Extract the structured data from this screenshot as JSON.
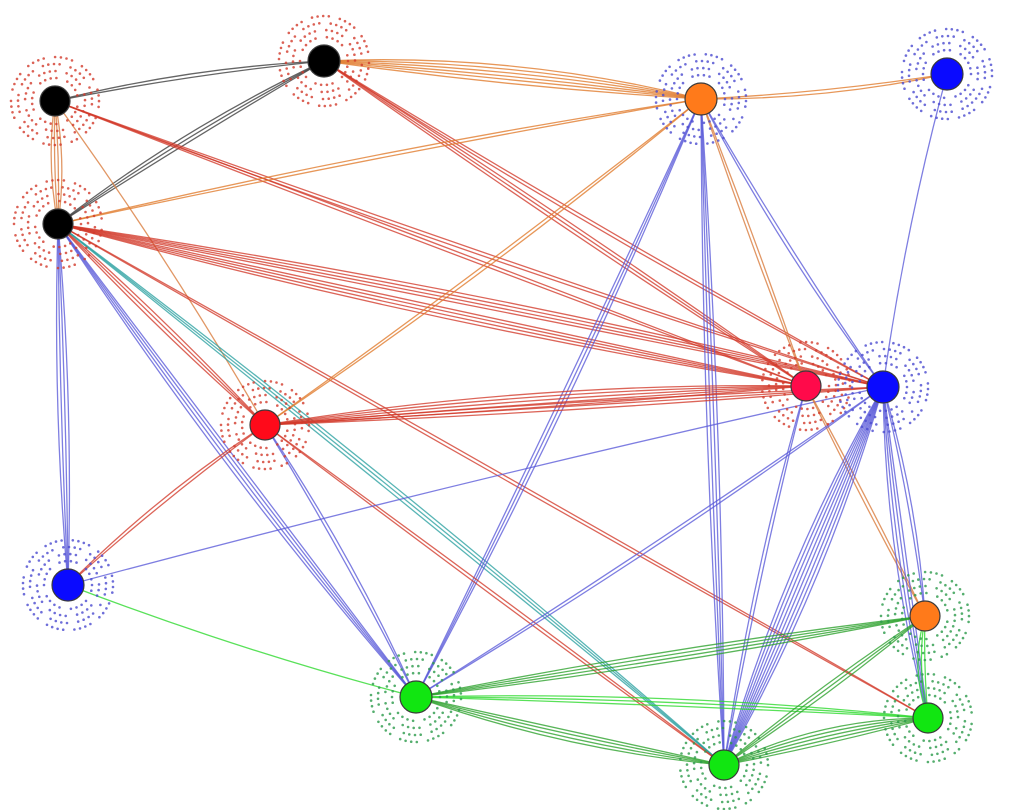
{
  "graph": {
    "nodes": [
      {
        "id": "n1",
        "color": "#000000",
        "halo": "#d23a2a"
      },
      {
        "id": "n2",
        "color": "#000000",
        "halo": "#d23a2a"
      },
      {
        "id": "n3",
        "color": "#000000",
        "halo": "#d23a2a"
      },
      {
        "id": "n4",
        "color": "#ff7a1a",
        "halo": "#4a4ad0"
      },
      {
        "id": "n5",
        "color": "#0a0aff",
        "halo": "#4a4ad0"
      },
      {
        "id": "n6",
        "color": "#ff0a1a",
        "halo": "#d23a2a"
      },
      {
        "id": "n7",
        "color": "#ff0a4a",
        "halo": "#d23a2a"
      },
      {
        "id": "n8",
        "color": "#0a0aff",
        "halo": "#4a4ad0"
      },
      {
        "id": "n9",
        "color": "#0a0aff",
        "halo": "#4a4ad0"
      },
      {
        "id": "n10",
        "color": "#11e611",
        "halo": "#2a9a4a"
      },
      {
        "id": "n11",
        "color": "#ff7a1a",
        "halo": "#2a9a4a"
      },
      {
        "id": "n12",
        "color": "#11e611",
        "halo": "#2a9a4a"
      },
      {
        "id": "n13",
        "color": "#11e611",
        "halo": "#2a9a4a"
      }
    ],
    "edges": [
      {
        "from": "n1",
        "to": "n2",
        "color": "#3a3a3a",
        "count": 2
      },
      {
        "from": "n1",
        "to": "n3",
        "color": "#d87a3a",
        "count": 4
      },
      {
        "from": "n2",
        "to": "n3",
        "color": "#3a3a3a",
        "count": 3
      },
      {
        "from": "n1",
        "to": "n6",
        "color": "#d87a3a",
        "count": 1
      },
      {
        "from": "n1",
        "to": "n7",
        "color": "#d23a2a",
        "count": 2
      },
      {
        "from": "n1",
        "to": "n8",
        "color": "#d23a2a",
        "count": 2
      },
      {
        "from": "n2",
        "to": "n4",
        "color": "#e07a2a",
        "count": 6
      },
      {
        "from": "n2",
        "to": "n7",
        "color": "#d23a2a",
        "count": 3
      },
      {
        "from": "n2",
        "to": "n8",
        "color": "#d23a2a",
        "count": 2
      },
      {
        "from": "n3",
        "to": "n4",
        "color": "#e07a2a",
        "count": 2
      },
      {
        "from": "n3",
        "to": "n6",
        "color": "#d23a2a",
        "count": 3
      },
      {
        "from": "n3",
        "to": "n7",
        "color": "#d23a2a",
        "count": 4
      },
      {
        "from": "n3",
        "to": "n8",
        "color": "#d23a2a",
        "count": 4
      },
      {
        "from": "n3",
        "to": "n9",
        "color": "#5a5ad8",
        "count": 4
      },
      {
        "from": "n3",
        "to": "n10",
        "color": "#5a5ad8",
        "count": 4
      },
      {
        "from": "n3",
        "to": "n12",
        "color": "#2aa0a0",
        "count": 3
      },
      {
        "from": "n3",
        "to": "n13",
        "color": "#d23a2a",
        "count": 2
      },
      {
        "from": "n4",
        "to": "n5",
        "color": "#e07a2a",
        "count": 2
      },
      {
        "from": "n4",
        "to": "n6",
        "color": "#e07a2a",
        "count": 2
      },
      {
        "from": "n4",
        "to": "n7",
        "color": "#d87a3a",
        "count": 2
      },
      {
        "from": "n4",
        "to": "n8",
        "color": "#5a5ad8",
        "count": 2
      },
      {
        "from": "n4",
        "to": "n10",
        "color": "#5a5ad8",
        "count": 3
      },
      {
        "from": "n4",
        "to": "n12",
        "color": "#5a5ad8",
        "count": 4
      },
      {
        "from": "n5",
        "to": "n8",
        "color": "#5a5ad8",
        "count": 1
      },
      {
        "from": "n6",
        "to": "n7",
        "color": "#d23a2a",
        "count": 5
      },
      {
        "from": "n6",
        "to": "n8",
        "color": "#d23a2a",
        "count": 3
      },
      {
        "from": "n6",
        "to": "n9",
        "color": "#d23a2a",
        "count": 2
      },
      {
        "from": "n6",
        "to": "n10",
        "color": "#5a5ad8",
        "count": 2
      },
      {
        "from": "n6",
        "to": "n12",
        "color": "#d23a2a",
        "count": 2
      },
      {
        "from": "n9",
        "to": "n10",
        "color": "#2ad82a",
        "count": 1
      },
      {
        "from": "n9",
        "to": "n8",
        "color": "#5a5ad8",
        "count": 1
      },
      {
        "from": "n7",
        "to": "n11",
        "color": "#d87a3a",
        "count": 2
      },
      {
        "from": "n7",
        "to": "n12",
        "color": "#5a5ad8",
        "count": 2
      },
      {
        "from": "n8",
        "to": "n10",
        "color": "#5a5ad8",
        "count": 2
      },
      {
        "from": "n8",
        "to": "n12",
        "color": "#5a5ad8",
        "count": 8
      },
      {
        "from": "n8",
        "to": "n13",
        "color": "#5a5ad8",
        "count": 4
      },
      {
        "from": "n8",
        "to": "n11",
        "color": "#5a5ad8",
        "count": 2
      },
      {
        "from": "n10",
        "to": "n11",
        "color": "#2aa02a",
        "count": 4
      },
      {
        "from": "n10",
        "to": "n12",
        "color": "#2aa02a",
        "count": 4
      },
      {
        "from": "n10",
        "to": "n13",
        "color": "#2ad82a",
        "count": 3
      },
      {
        "from": "n11",
        "to": "n12",
        "color": "#2aa02a",
        "count": 3
      },
      {
        "from": "n11",
        "to": "n13",
        "color": "#2ad82a",
        "count": 3
      },
      {
        "from": "n12",
        "to": "n13",
        "color": "#2aa02a",
        "count": 5
      }
    ]
  }
}
